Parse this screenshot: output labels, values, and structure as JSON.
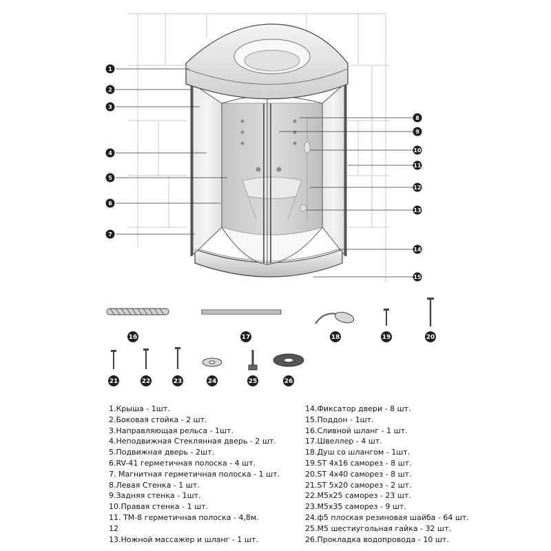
{
  "callouts": {
    "left": [
      "1",
      "2",
      "3",
      "4",
      "5",
      "6",
      "7"
    ],
    "right": [
      "8",
      "9",
      "10",
      "11",
      "12",
      "13",
      "14",
      "15"
    ]
  },
  "parts_row1": [
    "16",
    "17",
    "18",
    "19",
    "20"
  ],
  "parts_row2": [
    "21",
    "22",
    "23",
    "24",
    "25",
    "26"
  ],
  "legend": {
    "left": [
      "1.Крыша - 1шт.",
      "2.Боковая стойка - 2 шт.",
      "3.Направляющая рельса - 1шт.",
      "4.Неподвижная Стеклянная дверь - 2 шт.",
      "5.Подвижная дверь - 2шт.",
      "6.RV-41 герметичная полоска - 4 шт.",
      "7. Магнитная  герметичная полоска - 1 шт.",
      "8.Левая Стенка - 1 шт.",
      "9.Задняя стенка - 1шт.",
      "10.Правая стенка - 1 шт.",
      "11. ТМ-8 герметичная полоска - 4,8м.",
      "12",
      "13.Ножной массажер и шланг - 1 шт."
    ],
    "right": [
      "14.Фиксатор двери - 8 шт.",
      "15.Поддон - 1шт.",
      "16.Сливной шланг - 1 шт.",
      "17.Швеллер - 4 шт.",
      "18.Душ со шлангом - 1шт.",
      "19.ST 4x16 саморез - 8 шт.",
      "20.ST 4x40 саморез - 8 шт.",
      "21.ST 5x20 саморез - 2 шт.",
      "22.M5x25 саморез - 23 шт.",
      "23.M5x35 саморез - 9 шт.",
      "24.ф5 плоская резиновая шайба - 64 шт.",
      "25.M5 шестиугольная гайка - 32 шт.",
      "26.Прокладка водопровода - 10 шт."
    ]
  },
  "colors": {
    "badge": "#1e1e1e",
    "line": "#333333",
    "tile": "#c8c8c8",
    "glass": "#e9e9e9",
    "frame": "#555555"
  }
}
